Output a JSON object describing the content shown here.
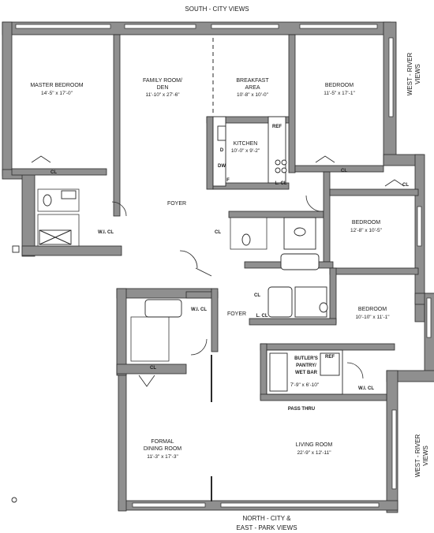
{
  "compass": {
    "south": "SOUTH - CITY VIEWS",
    "north_line1": "NORTH - CITY &",
    "north_line2": "EAST - PARK VIEWS",
    "west_upper_line1": "WEST - RIVER",
    "west_upper_line2": "VIEWS",
    "west_lower_line1": "WEST - RIVER",
    "west_lower_line2": "VIEWS"
  },
  "rooms": {
    "master_bedroom": {
      "name": "MASTER BEDROOM",
      "dims": "14'-5\" x 17'-0\""
    },
    "family_room": {
      "name_line1": "FAMILY ROOM/",
      "name_line2": "DEN",
      "dims": "11'-10\" x 27'-6\""
    },
    "breakfast": {
      "name_line1": "BREAKFAST",
      "name_line2": "AREA",
      "dims": "10'-8\" x 10'-0\""
    },
    "kitchen": {
      "name": "KITCHEN",
      "dims": "10'-0\" x 9'-2\""
    },
    "bedroom_top": {
      "name": "BEDROOM",
      "dims": "11'-5\" x 17'-1\""
    },
    "bedroom_mid": {
      "name": "BEDROOM",
      "dims": "12'-8\" x 10'-5\""
    },
    "bedroom_low": {
      "name": "BEDROOM",
      "dims": "10'-10\" x 11'-1\""
    },
    "foyer_upper": {
      "name": "FOYER"
    },
    "foyer_lower": {
      "name": "FOYER"
    },
    "butlers_pantry": {
      "line1": "BUTLER'S",
      "line2": "PANTRY/",
      "line3": "WET BAR",
      "dims": "7'-9\" x 6'-10\""
    },
    "pass_thru": {
      "name": "PASS THRU"
    },
    "dining": {
      "name_line1": "FORMAL",
      "name_line2": "DINING ROOM",
      "dims": "11'-3\" x 17'-3\""
    },
    "living": {
      "name": "LIVING ROOM",
      "dims": "22'-9\" x 12'-11\""
    }
  },
  "closets": {
    "cl_master": "CL",
    "cl_bedroom_top": "CL",
    "cl_right_hall": "CL",
    "lcl_kitchen": "L. CL",
    "wicl_master": "W.I. CL",
    "cl_foyer_left": "CL",
    "cl_foyer_mid": "CL",
    "lcl_foyer": "L. CL",
    "wicl_foyer": "W.I. CL",
    "cl_dining": "CL",
    "wicl_living": "W.I. CL"
  },
  "fixtures": {
    "ref_kitchen": "REF",
    "ref_pantry": "REF",
    "dw": "DW",
    "kitchen_d": "D",
    "kitchen_f": "F"
  }
}
